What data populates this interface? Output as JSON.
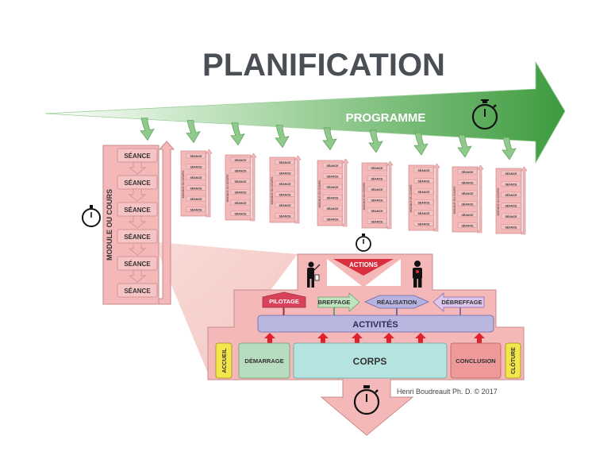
{
  "title": "PLANIFICATION",
  "programme_label": "PROGRAMME",
  "module_label": "MODULE OU COURS",
  "seance_label": "SÉANCE",
  "big_module": {
    "seances": [
      "SÉANCE",
      "SÉANCE",
      "SÉANCE",
      "SÉANCE",
      "SÉANCE",
      "SÉANCE"
    ]
  },
  "small_modules_count": 8,
  "seance": {
    "actions": "ACTIONS",
    "pilotage": "PILOTAGE",
    "breffage": "BREFFAGE",
    "realisation": "RÉALISATION",
    "debreffage": "DÉBREFFAGE",
    "activites": "ACTIVITÉS",
    "accueil": "ACCUEIL",
    "demarrage": "DÉMARRAGE",
    "corps": "CORPS",
    "conclusion": "CONCLUSION",
    "cloture": "CLÔTURE"
  },
  "credit": "Henri Boudreault Ph. D. © 2017",
  "colors": {
    "title": "#4a4f56",
    "programme_green": "#3d9b3f",
    "module_pink": "#f4b8b8",
    "pilotage": "#d9425b",
    "breffage": "#bfe3bf",
    "realisation": "#b7b3e0",
    "debreffage": "#dcc6ee",
    "activites": "#b9b6e0",
    "demarrage": "#b8dcc0",
    "corps": "#b5e3df",
    "conclusion": "#ee9a9a",
    "yellow": "#f2e64a"
  }
}
